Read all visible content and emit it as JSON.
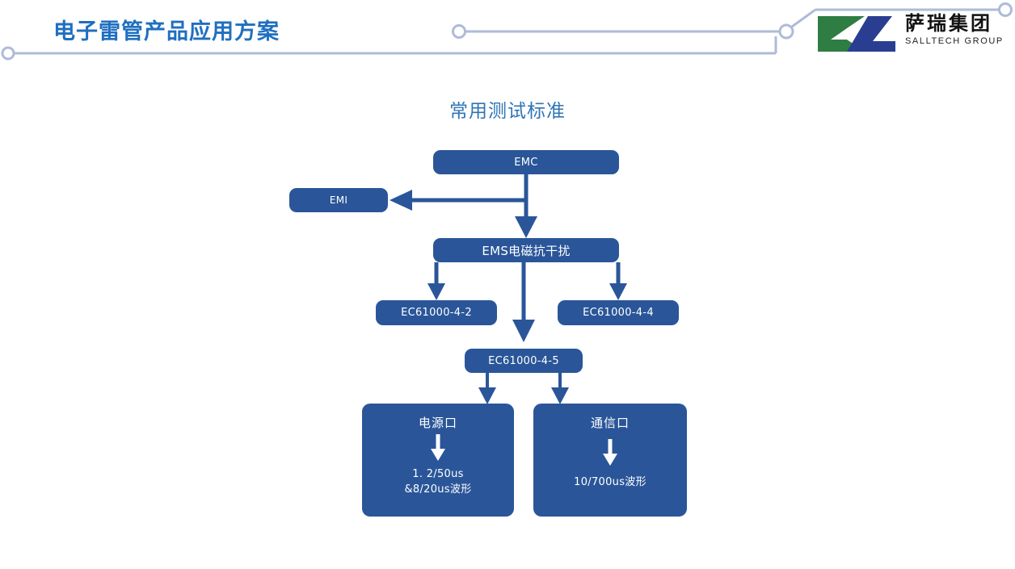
{
  "header": {
    "title": "电子雷管产品应用方案",
    "title_color": "#1F6FC0",
    "deco_line_color": "#AEBBD8",
    "logo": {
      "mark_green": "#2E7D43",
      "mark_blue": "#2A3E91",
      "name_cn": "萨瑞集团",
      "name_en": "SALLTECH GROUP"
    }
  },
  "slide": {
    "subtitle": "常用测试标准",
    "subtitle_color": "#2E75B6",
    "node_color": "#2A5699",
    "arrow_color": "#2A5699"
  },
  "flow": {
    "nodes": {
      "emc": "EMC",
      "emi": "EMI",
      "ems": "EMS电磁抗干扰",
      "iec_4_2": "EC61000-4-2",
      "iec_4_4": "EC61000-4-4",
      "iec_4_5": "EC61000-4-5",
      "power_port_title": "电源口",
      "power_port_body": "1. 2/50us\n&8/20us波形",
      "comm_port_title": "通信口",
      "comm_port_body": "10/700us波形"
    },
    "edges": [
      "EMC -> EMI",
      "EMC -> EMS电磁抗干扰",
      "EMS电磁抗干扰 -> EC61000-4-2",
      "EMS电磁抗干扰 -> EC61000-4-4",
      "EMS电磁抗干扰 -> EC61000-4-5",
      "EC61000-4-5 -> 电源口",
      "EC61000-4-5 -> 通信口"
    ]
  }
}
